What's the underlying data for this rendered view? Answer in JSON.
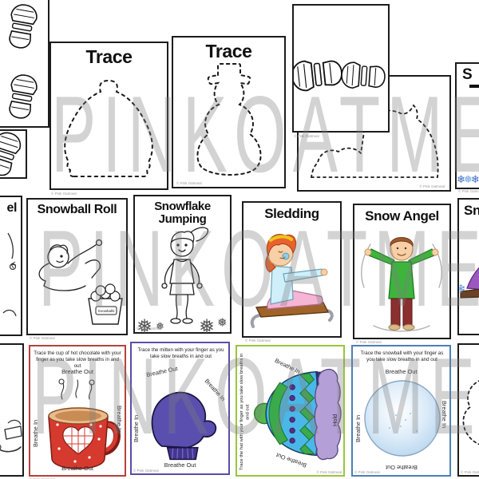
{
  "credit": "© Pink Oatmeal",
  "watermark": {
    "text": "PINKOATMEAL"
  },
  "colors": {
    "watermark_gray": "#d2d2d2",
    "card_border": "#1c1c1c",
    "hot_chocolate_border": "#b5413c",
    "mitten_border": "#5a4ea6",
    "hat_border": "#9bc53d",
    "snowball_border": "#4b80b8",
    "mug_red": "#d63a2f",
    "mitten_purple": "#5a4fae",
    "hat_blue": "#49b8e8",
    "hat_green": "#3aaa4a",
    "hat_brim_lavender": "#b49fd6",
    "sled_brown": "#a0642a",
    "sweater_green": "#3db53d",
    "snowball_blue": "#cde3f5"
  },
  "cards": {
    "trace_hat": {
      "title": "Trace"
    },
    "trace_snowman": {
      "title": "Trace"
    },
    "snowflake_partial_top": {
      "title_visible": "S"
    },
    "snow_angel_bw_partial": {
      "title_visible": "el"
    },
    "snowball_roll": {
      "title": "Snowball Roll",
      "bucket_label": "Snowballs"
    },
    "snowflake_jumping": {
      "title": "Snowflake Jumping"
    },
    "sledding": {
      "title": "Sledding"
    },
    "snow_angel": {
      "title": "Snow Angel"
    },
    "snow_partial_right": {
      "title_visible": "Sn"
    },
    "hot_chocolate": {
      "instruction": "Trace the cup of hot chocolate with your finger as you take slow breaths in and out",
      "label_top": "Breathe Out",
      "label_left": "Breathe In",
      "label_right": "Breathe In",
      "label_bottom": "Breathe Out"
    },
    "mitten": {
      "instruction": "Trace the mitten with your finger as you take slow breaths in and out",
      "label_top": "Breathe Out",
      "label_left": "Breathe In",
      "label_right": "Breathe In",
      "label_bottom": "Breathe Out"
    },
    "hat": {
      "instruction": "Trace the hat with your finger as you take slow breaths in and out",
      "label_top": "Breathe In",
      "label_right": "Hold",
      "label_bottom": "Breathe Out"
    },
    "snowball": {
      "instruction": "Trace the snowball with your finger as you take slow breaths in and out",
      "label_top": "Breathe Out",
      "label_left": "Breathe In",
      "label_right": "Breathe In",
      "label_bottom": "Breathe Out"
    }
  }
}
